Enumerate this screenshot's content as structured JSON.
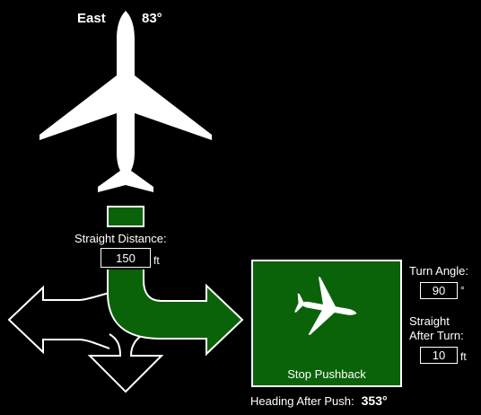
{
  "header": {
    "direction": "East",
    "degrees": "83°"
  },
  "straight": {
    "label": "Straight Distance:",
    "value": "150",
    "unit": "ft"
  },
  "turn_angle": {
    "label": "Turn Angle:",
    "value": "90",
    "unit": "°"
  },
  "straight_after": {
    "label_line1": "Straight",
    "label_line2": "After Turn:",
    "value": "10",
    "unit": "ft"
  },
  "stop_button": {
    "label": "Stop Pushback"
  },
  "heading_after": {
    "label": "Heading After Push:",
    "value": "353°"
  },
  "colors": {
    "background": "#000000",
    "active_green": "#0a6309",
    "outline": "#ffffff"
  },
  "icons": [
    "airplane-icon",
    "left-arrow-icon",
    "right-turn-arrow-icon",
    "down-arrow-icon"
  ]
}
